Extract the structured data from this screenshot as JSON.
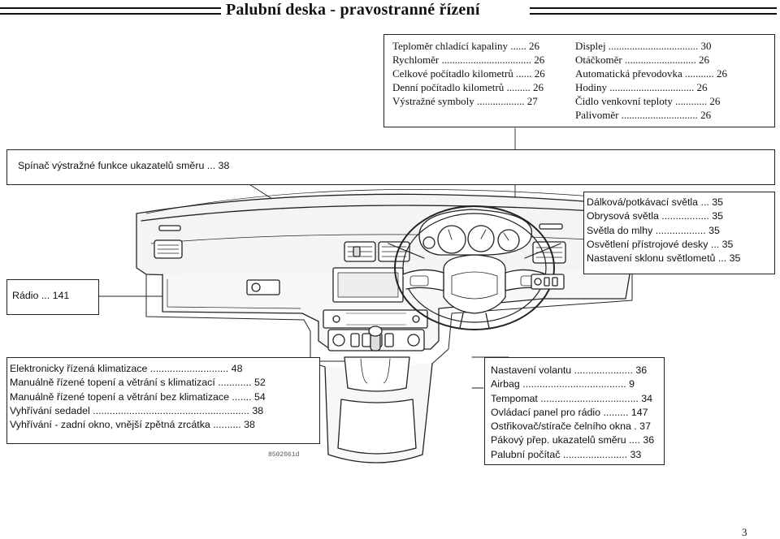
{
  "header": {
    "title": "Palubní deska - pravostranné řízení"
  },
  "top_box": {
    "left_items": [
      "Teploměr chladící kapaliny ...... 26",
      "Rychloměr .................................. 26",
      "Celkové počítadlo kilometrů ...... 26",
      "Denní počítadlo kilometrů ......... 26",
      "Výstražné symboly .................. 27"
    ],
    "right_items": [
      "Displej .................................. 30",
      "Otáčkoměr ........................... 26",
      "Automatická převodovka ........... 26",
      "Hodiny ................................ 26",
      "Čidlo venkovní teploty ............ 26",
      "Palivoměr ............................. 26"
    ]
  },
  "hazard_box": {
    "text": "Spínač výstražné funkce ukazatelů směru ... 38"
  },
  "lights_box": {
    "items": [
      "Dálková/potkávací světla ... 35",
      "Obrysová světla ................. 35",
      "Světla do mlhy .................. 35",
      "Osvětlení přístrojové desky ... 35",
      "Nastavení sklonu světlometů ... 35"
    ]
  },
  "radio_box": {
    "text": "Rádio ... 141"
  },
  "climate_box": {
    "items": [
      "Elektronicky řízená klimatizace ............................ 48",
      "Manuálně řízené topení a větrání s klimatizací ............ 52",
      "Manuálně řízené topení a větrání bez klimatizace ....... 54",
      "Vyhřívání sedadel ........................................................ 38",
      "Vyhřívání - zadní okno, vnější zpětná zrcátka .......... 38"
    ]
  },
  "steering_box": {
    "items": [
      "Nastavení volantu ..................... 36",
      "Airbag ..................................... 9",
      "Tempomat ................................... 34",
      "Ovládací panel pro rádio ......... 147",
      "Ostřikovač/stírače čelního okna . 37",
      "Pákový přep. ukazatelů směru .... 36",
      "Palubní počítač ....................... 33"
    ]
  },
  "figure_code": "8502061d",
  "page_number": "3"
}
